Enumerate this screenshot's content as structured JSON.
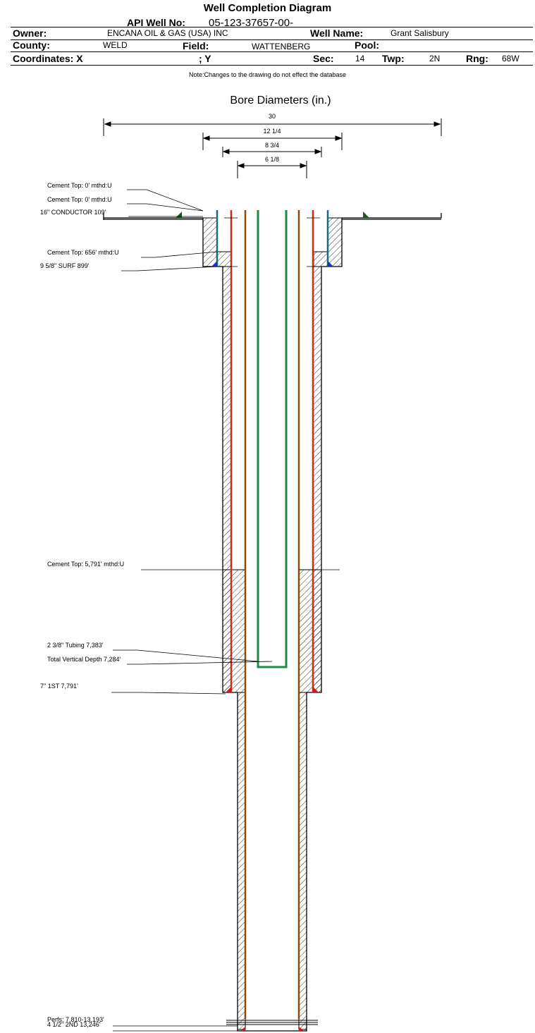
{
  "header": {
    "title": "Well Completion Diagram",
    "api_label": "API Well No:",
    "api_value": "05-123-37657-00-",
    "owner_label": "Owner:",
    "owner_value": "ENCANA OIL & GAS (USA) INC",
    "well_name_label": "Well Name:",
    "well_name_value": "Grant Salisbury",
    "county_label": "County:",
    "county_value": "WELD",
    "field_label": "Field:",
    "field_value": "WATTENBERG",
    "pool_label": "Pool:",
    "pool_value": "",
    "coords_label": "Coordinates: X",
    "coords_y_label": "; Y",
    "sec_label": "Sec:",
    "sec_value": "14",
    "twp_label": "Twp:",
    "twp_value": "2N",
    "rng_label": "Rng:",
    "rng_value": "68W",
    "note": "Note:Changes to the drawing do not effect the database"
  },
  "diagram": {
    "bore_title": "Bore Diameters (in.)",
    "bore_diameters": [
      "30",
      "12 1/4",
      "8 3/4",
      "6 1/8"
    ],
    "annotations": {
      "cement_top_1": "Cement Top: 0' mthd:U",
      "cement_top_2": "Cement Top: 0' mthd:U",
      "conductor": "16\" CONDUCTOR  109'",
      "cement_top_656": "Cement Top: 656' mthd:U",
      "surf": "9 5/8\" SURF       899'",
      "cement_top_5791": "Cement Top: 5,791' mthd:U",
      "tubing": "2 3/8\" Tubing 7,383'",
      "tvd": "Total Vertical Depth 7,284'",
      "first_string": "7\" 1ST        7,791'",
      "perfs": "Perfs: 7,810-13,193'",
      "second_string": "4 1/2\" 2ND        13,246'"
    },
    "colors": {
      "casing_red": "#d42a1a",
      "casing_brown": "#8a4a10",
      "tubing_green": "#1b8a4a",
      "conductor_teal": "#1a6a78",
      "shoe_blue": "#1a2fd0",
      "shoe_green": "#1a5a20",
      "shoe_red": "#e01010"
    }
  }
}
